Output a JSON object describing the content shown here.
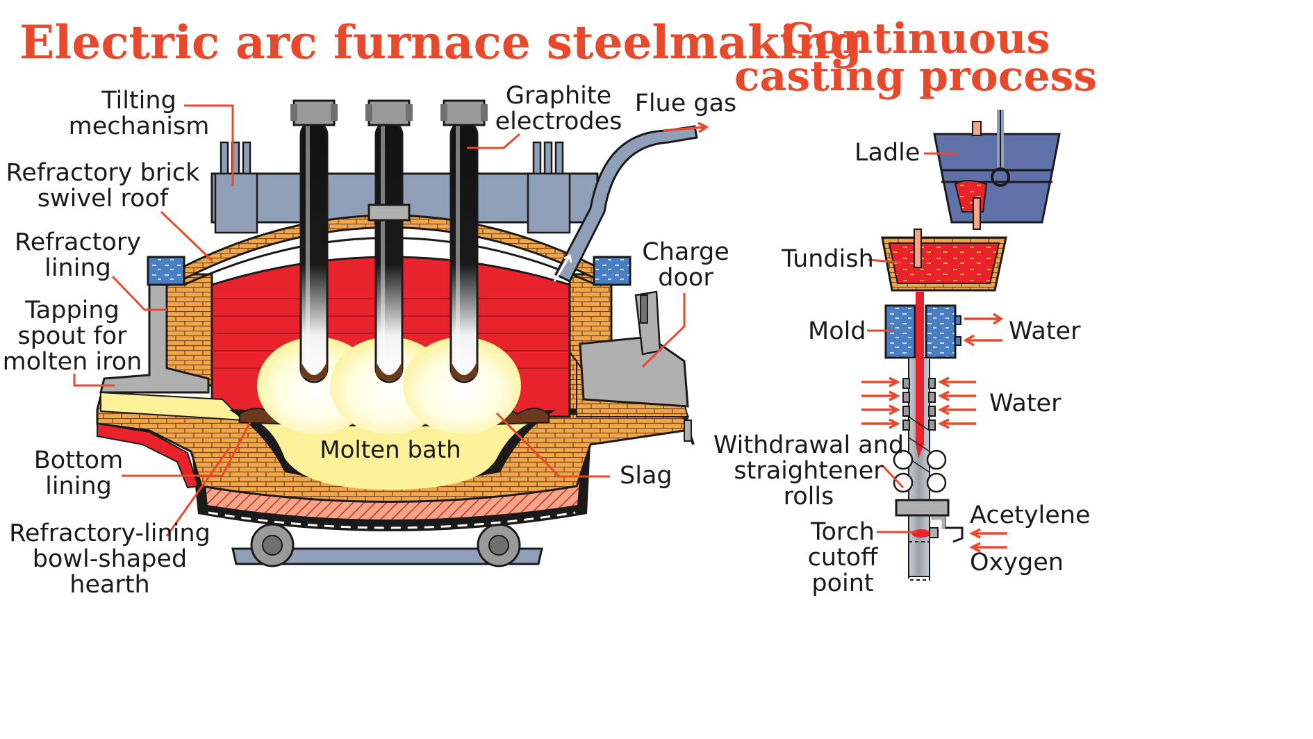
{
  "titles": {
    "eaf": "Electric arc furnace steelmaking",
    "cc_line1": "Continuous",
    "cc_line2": "casting process"
  },
  "eaf_labels": {
    "tilting": [
      "Tilting",
      "mechanism"
    ],
    "roof": [
      "Refractory brick",
      "swivel roof"
    ],
    "lining": [
      "Refractory",
      "lining"
    ],
    "tapping": [
      "Tapping",
      "spout for",
      "molten iron"
    ],
    "bottom": [
      "Bottom",
      "lining"
    ],
    "hearth": [
      "Refractory-lining",
      "bowl-shaped",
      "hearth"
    ],
    "electrodes": [
      "Graphite",
      "electrodes"
    ],
    "flue": "Flue gas",
    "charge": [
      "Charge",
      "door"
    ],
    "slag": "Slag",
    "bath": "Molten bath"
  },
  "cc_labels": {
    "ladle": "Ladle",
    "tundish": "Tundish",
    "mold": "Mold",
    "water1": "Water",
    "water2": "Water",
    "rolls": [
      "Withdrawal and",
      "straightener",
      "rolls"
    ],
    "torch": [
      "Torch",
      "cutoff",
      "point"
    ],
    "acetylene": "Acetylene",
    "oxygen": "Oxygen"
  },
  "colors": {
    "accent": "#e8492a",
    "molten": "#e8232b",
    "brick": "#f0a64a",
    "steel": "#8fa0b8",
    "water": "#4a7fc4",
    "bath": "#fdf29a",
    "ladle": "#6070a8"
  }
}
